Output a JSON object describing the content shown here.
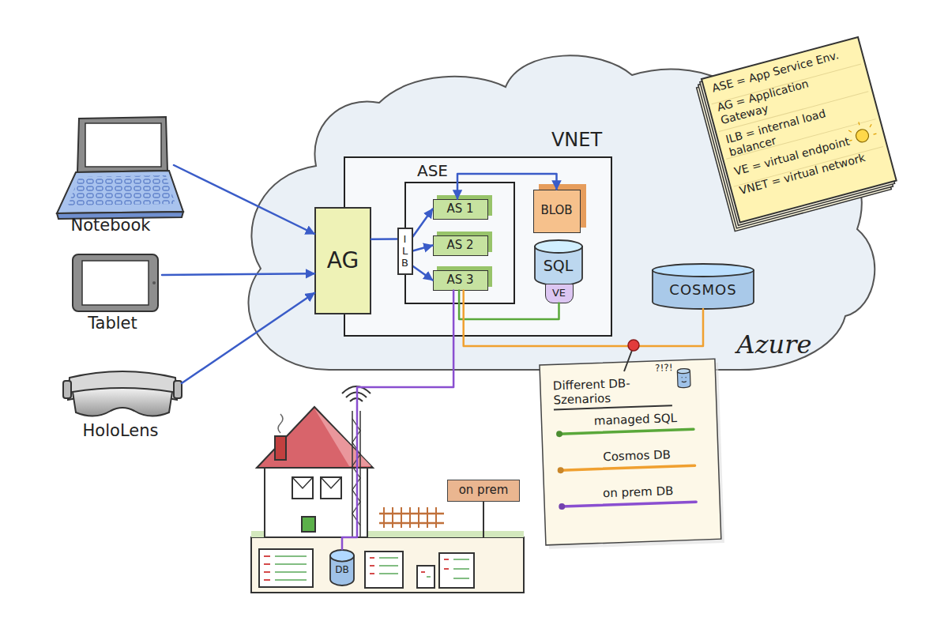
{
  "diagram": {
    "nodes": [
      {
        "text": [
          "Notebook"
        ]
      },
      {
        "text": [
          "Tablet"
        ]
      },
      {
        "text": [
          "HoloLens"
        ]
      },
      {
        "text": [
          "Azure"
        ]
      },
      {
        "text": [
          "VNET"
        ],
        "in": 3
      },
      {
        "text": [
          "AG"
        ],
        "in": 3
      },
      {
        "text": [
          "ILB"
        ],
        "in": 4
      },
      {
        "text": [
          "ASE"
        ],
        "in": 4
      },
      {
        "text": [
          "AS 1"
        ],
        "in": 7
      },
      {
        "text": [
          "AS 2"
        ],
        "in": 7
      },
      {
        "text": [
          "AS 3"
        ],
        "in": 7
      },
      {
        "text": [
          "BLOB"
        ],
        "in": 4
      },
      {
        "text": [
          "SQL"
        ],
        "in": 4
      },
      {
        "text": [
          "VE"
        ],
        "in": 12
      },
      {
        "text": [
          "COSMOS"
        ],
        "in": 3
      },
      {
        "text": [
          "on prem"
        ]
      },
      {
        "text": [
          "DB"
        ]
      }
    ],
    "edges": [
      {
        "from": 0,
        "to": 5,
        "arrow": "to"
      },
      {
        "from": 1,
        "to": 5,
        "arrow": "to"
      },
      {
        "from": 2,
        "to": 5,
        "arrow": "to"
      },
      {
        "from": 5,
        "to": 6,
        "arrow": "none"
      },
      {
        "from": 6,
        "to": 8,
        "arrow": "to"
      },
      {
        "from": 6,
        "to": 9,
        "arrow": "to"
      },
      {
        "from": 6,
        "to": 10,
        "arrow": "to"
      },
      {
        "from": 8,
        "to": 11,
        "arrow": "both"
      },
      {
        "from": 10,
        "to": 13,
        "arrow": "none"
      },
      {
        "from": 10,
        "to": 14,
        "arrow": "none"
      },
      {
        "from": 10,
        "to": 16,
        "arrow": "none"
      }
    ],
    "labels": [
      "ASE = App Service Env.",
      "AG = Application Gateway",
      "ILB = internal load balancer",
      "VE = virtual endpoint",
      "VNET = virtual network",
      "Different DB-Szenarios",
      "?!?!"
    ],
    "legend": [
      {
        "text": "managed SQL"
      },
      {
        "text": "Cosmos DB"
      },
      {
        "text": "on prem DB"
      }
    ]
  }
}
